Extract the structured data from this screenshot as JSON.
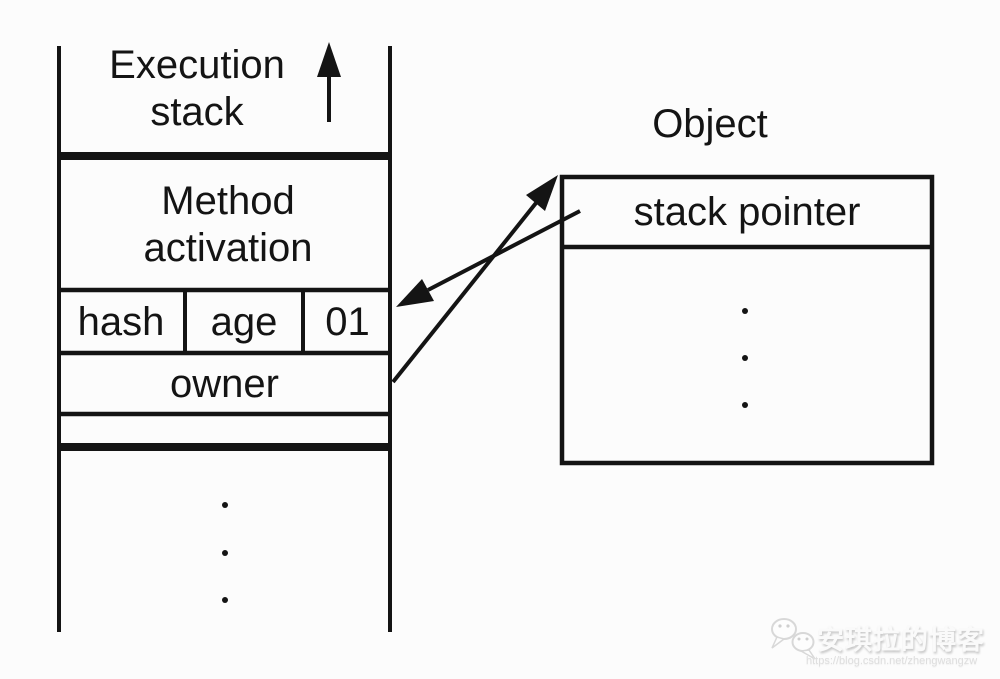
{
  "page": {
    "background": "#fcfcfc"
  },
  "diagram": {
    "colors": {
      "line": "#141414",
      "text": "#141414"
    },
    "stack": {
      "title": "Execution stack",
      "growth_icon": "up-arrow-icon",
      "cells": {
        "method_activation": "Method activation",
        "hash": "hash",
        "age": "age",
        "lock_bits": "01",
        "owner": "owner"
      },
      "ellipsis_dots": 3
    },
    "object": {
      "title": "Object",
      "header": "stack pointer",
      "ellipsis_dots": 3
    },
    "arrows": [
      {
        "name": "stack-pointer-to-stack-arrow",
        "from": "stack pointer",
        "to": "hash / age / 01 row"
      },
      {
        "name": "owner-to-object-arrow",
        "from": "owner",
        "to": "Object"
      }
    ]
  },
  "watermark": {
    "icon": "wechat-icon",
    "name": "安琪拉的博客",
    "url": "https://blog.csdn.net/zhengwangzw",
    "colors": {
      "text": "#fafafa",
      "url": "#dedede"
    }
  }
}
